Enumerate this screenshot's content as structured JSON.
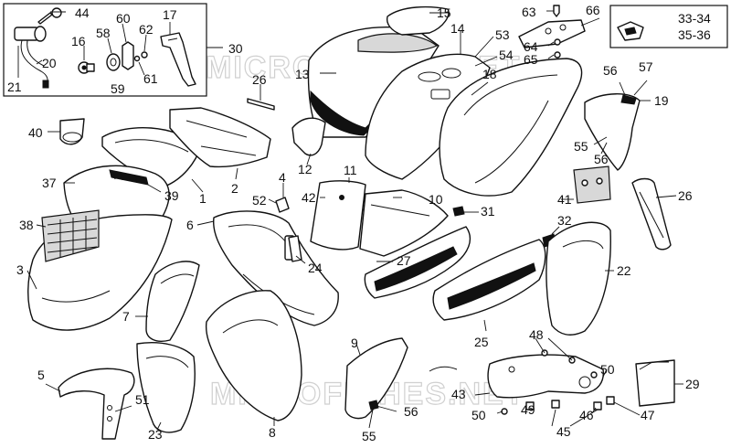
{
  "watermark": "MICROFICHES.NET",
  "inset_labels": [
    "33-34",
    "35-36"
  ],
  "callouts": [
    {
      "id": "c44",
      "text": "44"
    },
    {
      "id": "c20",
      "text": "20"
    },
    {
      "id": "c21",
      "text": "21"
    },
    {
      "id": "c16",
      "text": "16"
    },
    {
      "id": "c58",
      "text": "58"
    },
    {
      "id": "c60",
      "text": "60"
    },
    {
      "id": "c62",
      "text": "62"
    },
    {
      "id": "c17",
      "text": "17"
    },
    {
      "id": "c61",
      "text": "61"
    },
    {
      "id": "c59",
      "text": "59"
    },
    {
      "id": "c30",
      "text": "30"
    },
    {
      "id": "c15",
      "text": "15"
    },
    {
      "id": "c14",
      "text": "14"
    },
    {
      "id": "c13",
      "text": "13"
    },
    {
      "id": "c53",
      "text": "53"
    },
    {
      "id": "c54",
      "text": "54"
    },
    {
      "id": "c18",
      "text": "18"
    },
    {
      "id": "c63",
      "text": "63"
    },
    {
      "id": "c66",
      "text": "66"
    },
    {
      "id": "c64",
      "text": "64"
    },
    {
      "id": "c65",
      "text": "65"
    },
    {
      "id": "c56a",
      "text": "56"
    },
    {
      "id": "c57",
      "text": "57"
    },
    {
      "id": "c19",
      "text": "19"
    },
    {
      "id": "c26a",
      "text": "26"
    },
    {
      "id": "c40",
      "text": "40"
    },
    {
      "id": "c12",
      "text": "12"
    },
    {
      "id": "c55a",
      "text": "55"
    },
    {
      "id": "c56b",
      "text": "56"
    },
    {
      "id": "c37",
      "text": "37"
    },
    {
      "id": "c39",
      "text": "39"
    },
    {
      "id": "c1",
      "text": "1"
    },
    {
      "id": "c2",
      "text": "2"
    },
    {
      "id": "c4",
      "text": "4"
    },
    {
      "id": "c11",
      "text": "11"
    },
    {
      "id": "c41",
      "text": "41"
    },
    {
      "id": "c26b",
      "text": "26"
    },
    {
      "id": "c52",
      "text": "52"
    },
    {
      "id": "c42",
      "text": "42"
    },
    {
      "id": "c10",
      "text": "10"
    },
    {
      "id": "c38",
      "text": "38"
    },
    {
      "id": "c6",
      "text": "6"
    },
    {
      "id": "c31",
      "text": "31"
    },
    {
      "id": "c32",
      "text": "32"
    },
    {
      "id": "c27",
      "text": "27"
    },
    {
      "id": "c3",
      "text": "3"
    },
    {
      "id": "c24",
      "text": "24"
    },
    {
      "id": "c22",
      "text": "22"
    },
    {
      "id": "c7",
      "text": "7"
    },
    {
      "id": "c25",
      "text": "25"
    },
    {
      "id": "c48",
      "text": "48"
    },
    {
      "id": "c9",
      "text": "9"
    },
    {
      "id": "c5",
      "text": "5"
    },
    {
      "id": "c50a",
      "text": "50"
    },
    {
      "id": "c29",
      "text": "29"
    },
    {
      "id": "c51",
      "text": "51"
    },
    {
      "id": "c43",
      "text": "43"
    },
    {
      "id": "c56c",
      "text": "56"
    },
    {
      "id": "c50b",
      "text": "50"
    },
    {
      "id": "c49",
      "text": "49"
    },
    {
      "id": "c46",
      "text": "46"
    },
    {
      "id": "c47",
      "text": "47"
    },
    {
      "id": "c23",
      "text": "23"
    },
    {
      "id": "c8",
      "text": "8"
    },
    {
      "id": "c55b",
      "text": "55"
    },
    {
      "id": "c45",
      "text": "45"
    }
  ]
}
